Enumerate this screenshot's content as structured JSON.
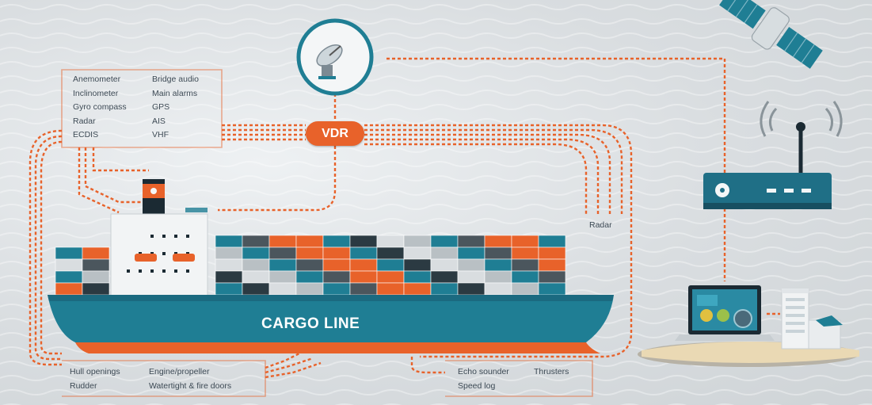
{
  "top_left_sensors": {
    "col1": [
      "Anemometer",
      "Inclinometer",
      "Gyro compass",
      "Radar",
      "ECDIS"
    ],
    "col2": [
      "Bridge audio",
      "Main alarms",
      "GPS",
      "AIS",
      "VHF"
    ]
  },
  "bottom_left_sensors": {
    "col1": [
      "Hull openings",
      "Rudder"
    ],
    "col2": [
      "Engine/propeller",
      "Watertight & fire doors"
    ]
  },
  "bottom_right_sensors": {
    "col1": [
      "Echo sounder",
      "Speed log"
    ],
    "col2": [
      "Thrusters"
    ]
  },
  "vdr_label": "VDR",
  "radar_label": "Radar",
  "ship_label": "CARGO LINE",
  "colors": {
    "orange": "#e8622a",
    "teal": "#1f7e94",
    "dark_teal": "#1b5f73",
    "line": "#e8622a"
  },
  "icons": [
    "satellite-dish-icon",
    "satellite-icon",
    "router-icon",
    "laptop-icon",
    "office-building-icon",
    "cargo-ship-icon"
  ]
}
